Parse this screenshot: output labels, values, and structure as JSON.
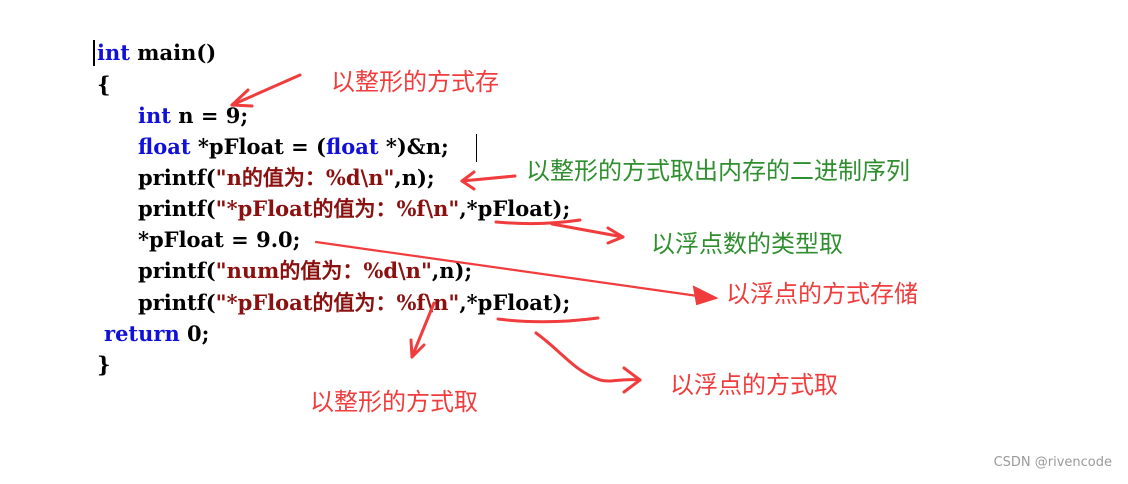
{
  "code": {
    "l1_kw": "int",
    "l1_rest": " main()",
    "l2": "{",
    "l3_kw": "int",
    "l3_rest": " n = 9;",
    "l4_kw1": "float",
    "l4_mid": " *pFloat = (",
    "l4_kw2": "float",
    "l4_rest": " *)&n;",
    "l5_fn": "printf(",
    "l5_str": "\"n的值为：%d\\n\"",
    "l5_rest": ",n);",
    "l6_fn": "printf(",
    "l6_str": "\"*pFloat的值为：%f\\n\"",
    "l6_rest": ",*pFloat);",
    "l7": "*pFloat = 9.0;",
    "l8_fn": "printf(",
    "l8_str": "\"num的值为：%d\\n\"",
    "l8_rest": ",n);",
    "l9_fn": "printf(",
    "l9_str": "\"*pFloat的值为：%f\\n\"",
    "l9_rest": ",*pFloat);",
    "l10_kw": "return",
    "l10_rest": " 0;",
    "l11": "}"
  },
  "annotations": {
    "a1": "以整形的方式存",
    "a2": "以整形的方式取出内存的二进制序列",
    "a3": "以浮点数的类型取",
    "a4": "以浮点的方式存储",
    "a5": "以整形的方式取",
    "a6": "以浮点的方式取"
  },
  "colors": {
    "keyword": "#1010d8",
    "string": "#8b1010",
    "annotation_red": "#f03c3c",
    "annotation_green": "#2f8f2f"
  },
  "watermark": "CSDN @rivencode"
}
